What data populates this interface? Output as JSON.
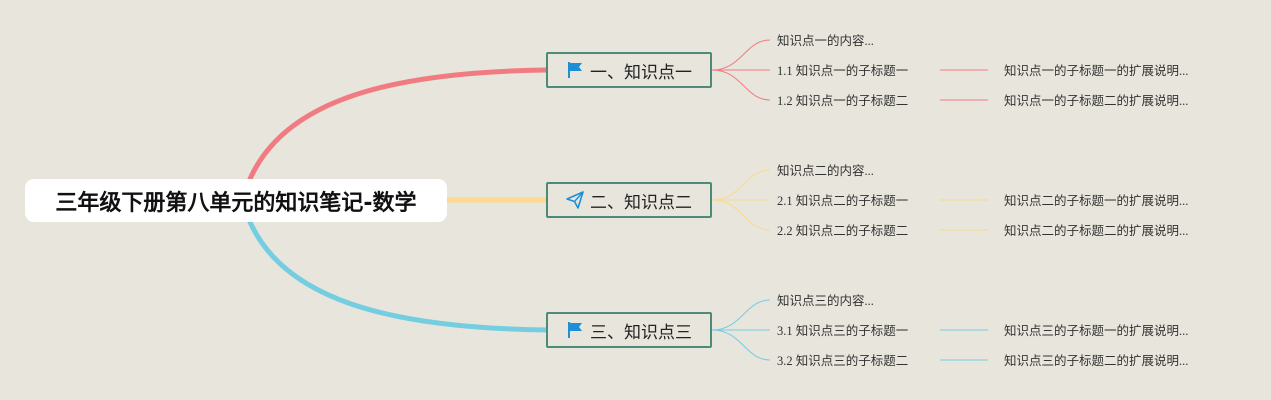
{
  "root": {
    "title": "三年级下册第八单元的知识笔记-数学"
  },
  "branches": [
    {
      "label": "一、知识点一",
      "icon": "flag-icon",
      "color": "#f07c82",
      "content": "知识点一的内容...",
      "subs": [
        {
          "title": "1.1 知识点一的子标题一",
          "detail": "知识点一的子标题一的扩展说明..."
        },
        {
          "title": "1.2 知识点一的子标题二",
          "detail": "知识点一的子标题二的扩展说明..."
        }
      ]
    },
    {
      "label": "二、知识点二",
      "icon": "paper-plane-icon",
      "color": "#fdd88c",
      "content": "知识点二的内容...",
      "subs": [
        {
          "title": "2.1 知识点二的子标题一",
          "detail": "知识点二的子标题一的扩展说明..."
        },
        {
          "title": "2.2 知识点二的子标题二",
          "detail": "知识点二的子标题二的扩展说明..."
        }
      ]
    },
    {
      "label": "三、知识点三",
      "icon": "flag-icon",
      "color": "#74cde0",
      "content": "知识点三的内容...",
      "subs": [
        {
          "title": "3.1 知识点三的子标题一",
          "detail": "知识点三的子标题一的扩展说明..."
        },
        {
          "title": "3.2 知识点三的子标题二",
          "detail": "知识点三的子标题二的扩展说明..."
        }
      ]
    }
  ],
  "colors": {
    "background": "#e8e5dd",
    "branch_border": "#4c8a7a",
    "icon": "#1e8fd6"
  }
}
